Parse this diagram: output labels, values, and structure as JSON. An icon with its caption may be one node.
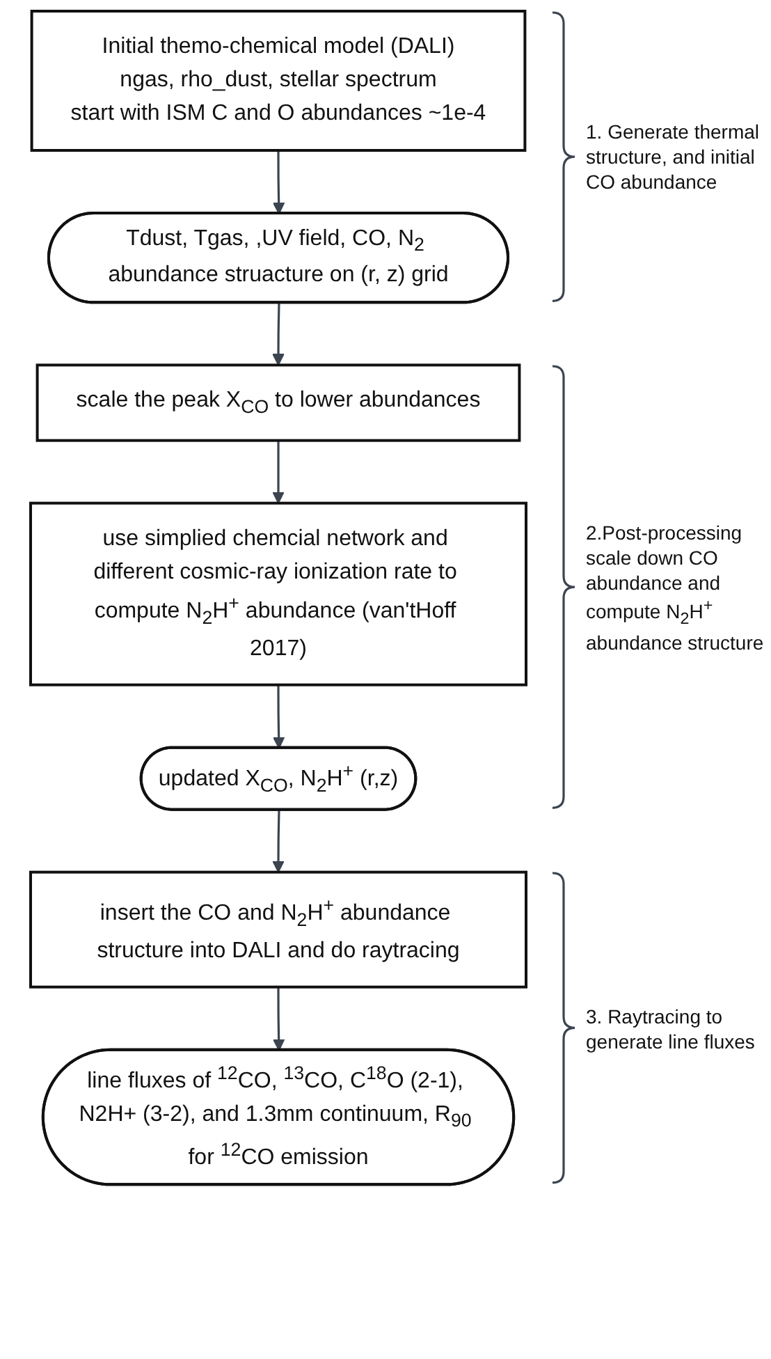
{
  "diagram": {
    "nodes": [
      {
        "text": [
          "Initial themo-chemical model (DALI)",
          "ngas, rho_dust, stellar spectrum",
          "start with ISM C and O abundances ~1e-4"
        ]
      },
      {
        "text": [
          "Tdust, Tgas, ,UV field, CO, N$_{2}$ abundance struacture on (r, z) grid"
        ]
      },
      {
        "text": [
          "scale the peak X$_{CO}$ to lower abundances"
        ]
      },
      {
        "text": [
          "use simplied chemcial network and different cosmic-ray ionization rate to compute N$_{2}$H$^{+}$ abundance (van'tHoff 2017)"
        ]
      },
      {
        "text": [
          "updated X$_{CO}$, N$_{2}$H$^{+}$ (r,z)"
        ]
      },
      {
        "text": [
          "insert the CO and N$_{2}$H$^{+}$ abundance structure into DALI and do raytracing"
        ]
      },
      {
        "text": [
          "line fluxes of $^{12}$CO, $^{13}$CO, C$^{18}$O (2-1), N2H+ (3-2), and 1.3mm continuum, R$_{90}$ for $^{12}$CO emission"
        ]
      }
    ],
    "edges": [
      {
        "from": 0,
        "to": 1,
        "arrow": "to"
      },
      {
        "from": 1,
        "to": 2,
        "arrow": "to"
      },
      {
        "from": 2,
        "to": 3,
        "arrow": "to"
      },
      {
        "from": 3,
        "to": 4,
        "arrow": "to"
      },
      {
        "from": 4,
        "to": 5,
        "arrow": "to"
      },
      {
        "from": 5,
        "to": 6,
        "arrow": "to"
      }
    ],
    "labels": [
      "1. Generate thermal structure, and initial CO abundance",
      "2.Post-processing scale down CO abundance and compute N$_{2}$H$^{+}$ abundance structure",
      "3. Raytracing to generate line fluxes"
    ]
  }
}
